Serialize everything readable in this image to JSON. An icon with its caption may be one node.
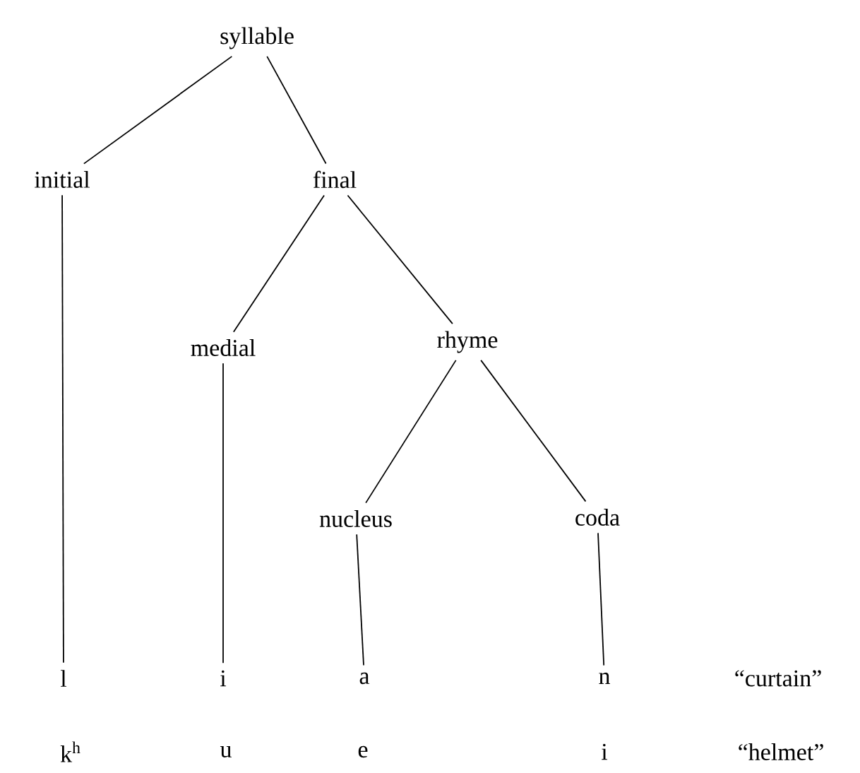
{
  "diagram": {
    "nodes": [
      {
        "text": [
          "syllable"
        ]
      },
      {
        "text": [
          "initial"
        ]
      },
      {
        "text": [
          "final"
        ]
      },
      {
        "text": [
          "medial"
        ]
      },
      {
        "text": [
          "rhyme"
        ]
      },
      {
        "text": [
          "nucleus"
        ]
      },
      {
        "text": [
          "coda"
        ]
      },
      {
        "text": [
          "l"
        ]
      },
      {
        "text": [
          "i"
        ]
      },
      {
        "text": [
          "a"
        ]
      },
      {
        "text": [
          "n"
        ]
      }
    ],
    "edges": [
      {
        "from": 0,
        "to": 1,
        "arrow": "none"
      },
      {
        "from": 0,
        "to": 2,
        "arrow": "none"
      },
      {
        "from": 2,
        "to": 3,
        "arrow": "none"
      },
      {
        "from": 2,
        "to": 4,
        "arrow": "none"
      },
      {
        "from": 4,
        "to": 5,
        "arrow": "none"
      },
      {
        "from": 4,
        "to": 6,
        "arrow": "none"
      },
      {
        "from": 1,
        "to": 7,
        "arrow": "none"
      },
      {
        "from": 3,
        "to": 8,
        "arrow": "none"
      },
      {
        "from": 5,
        "to": 9,
        "arrow": "none"
      },
      {
        "from": 6,
        "to": 10,
        "arrow": "none"
      }
    ],
    "labels": [
      "“curtain”",
      "k$^{h}$",
      "u",
      "e",
      "i",
      "“helmet”"
    ]
  }
}
